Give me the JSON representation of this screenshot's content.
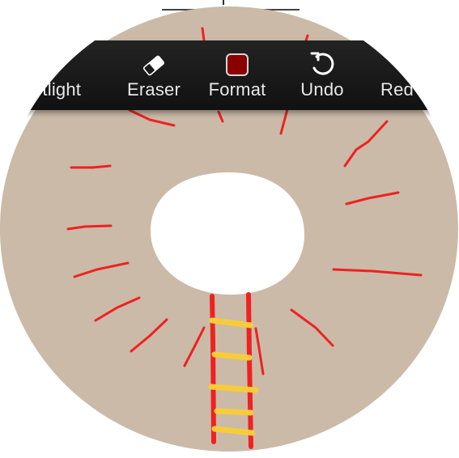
{
  "toolbar": {
    "items": [
      {
        "label": "otlight",
        "icon": "spotlight-icon"
      },
      {
        "label": "Eraser",
        "icon": "eraser-icon"
      },
      {
        "label": "Format",
        "icon": "format-swatch-icon"
      },
      {
        "label": "Undo",
        "icon": "undo-icon"
      },
      {
        "label": "Red",
        "icon": "redo-icon"
      }
    ]
  },
  "colors": {
    "toolbar_bg": "#1b1b1b",
    "format_swatch": "#8b0000",
    "disc_fill": "#cbbaa8",
    "sun_rays": "#ee2222",
    "ladder_rails": "#ee2222",
    "ladder_rungs": "#f7cc3a"
  }
}
